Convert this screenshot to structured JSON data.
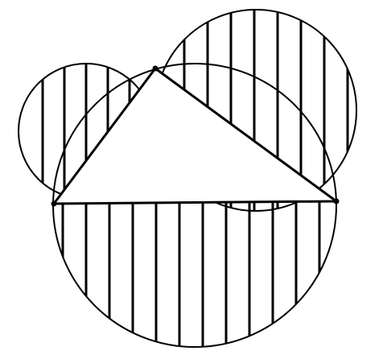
{
  "figure": {
    "description_shapes": [
      "circle",
      "circle",
      "circle",
      "triangle"
    ],
    "stroke_color": "#000000",
    "background_color": "#ffffff",
    "hatch_style": "vertical",
    "show_vertex_dots": true
  }
}
